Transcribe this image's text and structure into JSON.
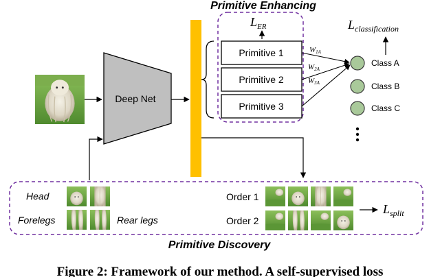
{
  "titles": {
    "enhancing": "Primitive Enhancing",
    "discovery": "Primitive Discovery"
  },
  "network": {
    "label": "Deep Net"
  },
  "losses": {
    "er_main": "L",
    "er_sub": "ER",
    "cls_main": "L",
    "cls_sub": "classification",
    "split_main": "L",
    "split_sub": "split"
  },
  "primitives": [
    "Primitive 1",
    "Primitive 2",
    "Primitive 3"
  ],
  "weights": [
    {
      "main": "W",
      "sub": "1A"
    },
    {
      "main": "W",
      "sub": "2A"
    },
    {
      "main": "W",
      "sub": "3A"
    }
  ],
  "classes": [
    "Class A",
    "Class B",
    "Class C"
  ],
  "parts": {
    "head": "Head",
    "forelegs": "Forelegs",
    "rear_legs": "Rear legs"
  },
  "orders": [
    "Order 1",
    "Order 2"
  ],
  "caption": "Figure 2: Framework of our method. A self-supervised loss",
  "colors": {
    "bar": "#FFC000",
    "dashed": "#7030A0",
    "net_fill": "#BFBFBF",
    "node_fill": "#A9C99A",
    "grass": "#6FA845"
  }
}
